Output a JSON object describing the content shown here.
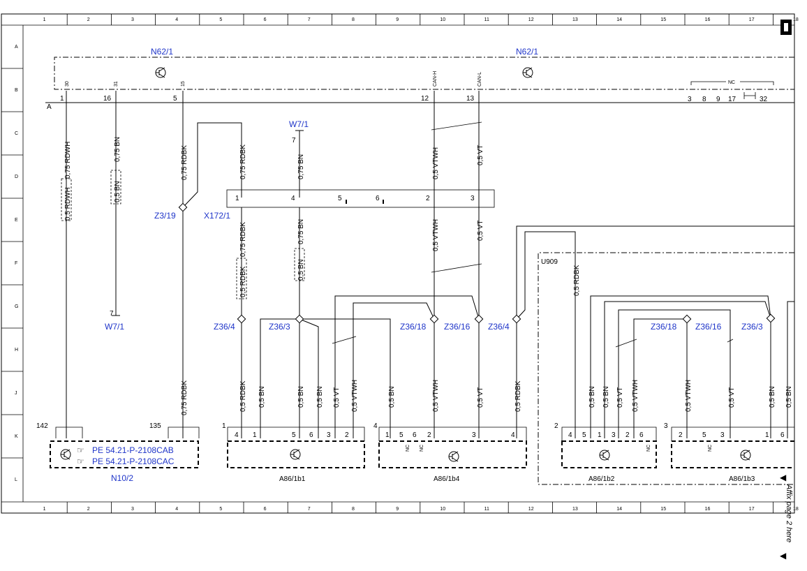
{
  "grid": {
    "columns": [
      "1",
      "2",
      "3",
      "4",
      "5",
      "6",
      "7",
      "8",
      "9",
      "10",
      "11",
      "12",
      "13",
      "14",
      "15",
      "16",
      "17",
      "18"
    ],
    "rows": [
      "A",
      "B",
      "C",
      "D",
      "E",
      "F",
      "G",
      "H",
      "J",
      "K",
      "L"
    ]
  },
  "components": {
    "n62_left": "N62/1",
    "n62_right": "N62/1",
    "n10": "N10/2",
    "w7_top": "W7/1",
    "w7_bottom": "W7/1",
    "z3_19": "Z3/19",
    "x172": "X172/1",
    "z36_4_a": "Z36/4",
    "z36_3_a": "Z36/3",
    "z36_18_a": "Z36/18",
    "z36_16_a": "Z36/16",
    "z36_4_b": "Z36/4",
    "u909": "U909",
    "z36_18_b": "Z36/18",
    "z36_16_b": "Z36/16",
    "z36_3_b": "Z36/3",
    "a86_1b1": "A86/1b1",
    "a86_1b4": "A86/1b4",
    "a86_1b2": "A86/1b2",
    "a86_1b3": "A86/1b3"
  },
  "refs": {
    "pe_cab": "PE 54.21-P-2108CAB",
    "pe_cac": "PE 54.21-P-2108CAC"
  },
  "n62_pins": {
    "p30": "30",
    "p31": "31",
    "p15": "15",
    "canh": "CAN-H",
    "canl": "CAN-L",
    "n1": "1",
    "n16": "16",
    "n5": "5",
    "n12": "12",
    "n13": "13",
    "nc": "NC",
    "n3": "3",
    "n8": "8",
    "n9": "9",
    "n17": "17",
    "n32": "32",
    "a": "A"
  },
  "wires": {
    "w_rdwh_075": "0,75 RDWH",
    "w_rdwh_05": "0,5 RDWH",
    "w_bn_075": "0,75 BN",
    "w_bn_05": "0,5 BN",
    "w_rdbk_075": "0,75 RDBK",
    "w_rdbk_05": "0,5 RDBK",
    "w_vtwh_05": "0,5 VTWH",
    "w_vt_05": "0,5 VT"
  },
  "x172_pins": {
    "p1": "1",
    "p4": "4",
    "p5": "5",
    "p6": "6",
    "p2": "2",
    "p3": "3"
  },
  "w7_pin": "7",
  "n10_pins": {
    "p142": "142",
    "p135": "135"
  },
  "conn_pins": {
    "b1_num": "1",
    "b1_4": "4",
    "b1_1": "1",
    "b1_5": "5",
    "b1_6": "6",
    "b1_3": "3",
    "b1_2": "2",
    "b4_num": "4",
    "b4_1": "1",
    "b4_5": "5",
    "b4_6": "6",
    "b4_2": "2",
    "b4_3": "3",
    "b4_4": "4",
    "b2_num": "2",
    "b2_4": "4",
    "b2_5": "5",
    "b2_1": "1",
    "b2_3": "3",
    "b2_2": "2",
    "b2_6": "6",
    "b3_num": "3",
    "b3_2": "2",
    "b3_5": "5",
    "b3_3": "3",
    "b3_1": "1",
    "b3_6": "6"
  },
  "affix_note": "Affix page 2 here",
  "colors": {
    "blue_label": "#1f35c9",
    "line": "#000000"
  }
}
